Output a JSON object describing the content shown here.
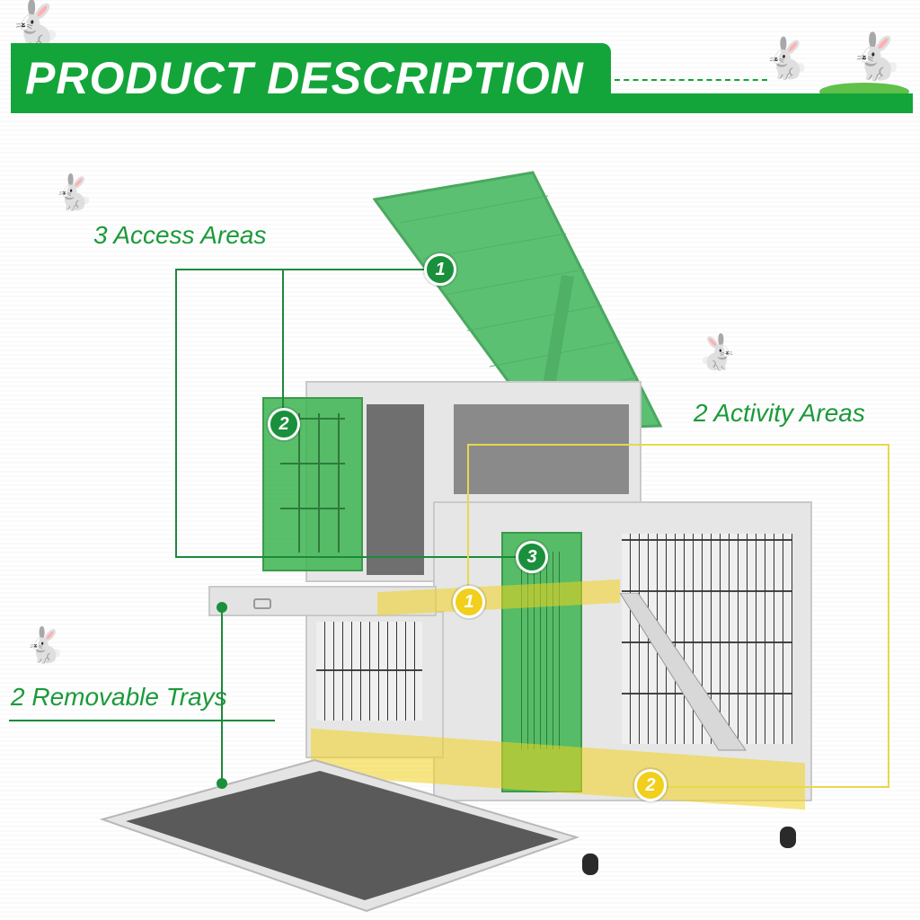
{
  "header": {
    "title": "PRODUCT DESCRIPTION",
    "accent_color": "#13a53a"
  },
  "features": [
    {
      "id": "access",
      "label": "3 Access Areas",
      "icon": "running-bunny-icon"
    },
    {
      "id": "activity",
      "label": "2 Activity Areas",
      "icon": "running-bunny-icon"
    },
    {
      "id": "trays",
      "label": "2 Removable Trays",
      "icon": "running-bunny-icon"
    }
  ],
  "callouts": {
    "access": [
      {
        "number": "1",
        "target": "roof lid"
      },
      {
        "number": "2",
        "target": "upper side door"
      },
      {
        "number": "3",
        "target": "lower front door"
      }
    ],
    "activity": [
      {
        "number": "1",
        "target": "upper level"
      },
      {
        "number": "2",
        "target": "lower level"
      }
    ]
  },
  "colors": {
    "label_green": "#1b9a3a",
    "badge_green": "#1a8f3c",
    "badge_yellow": "#f1cf1c",
    "roof_green": "#5cc072"
  },
  "decor": {
    "bunny_glyph": "🐇"
  }
}
